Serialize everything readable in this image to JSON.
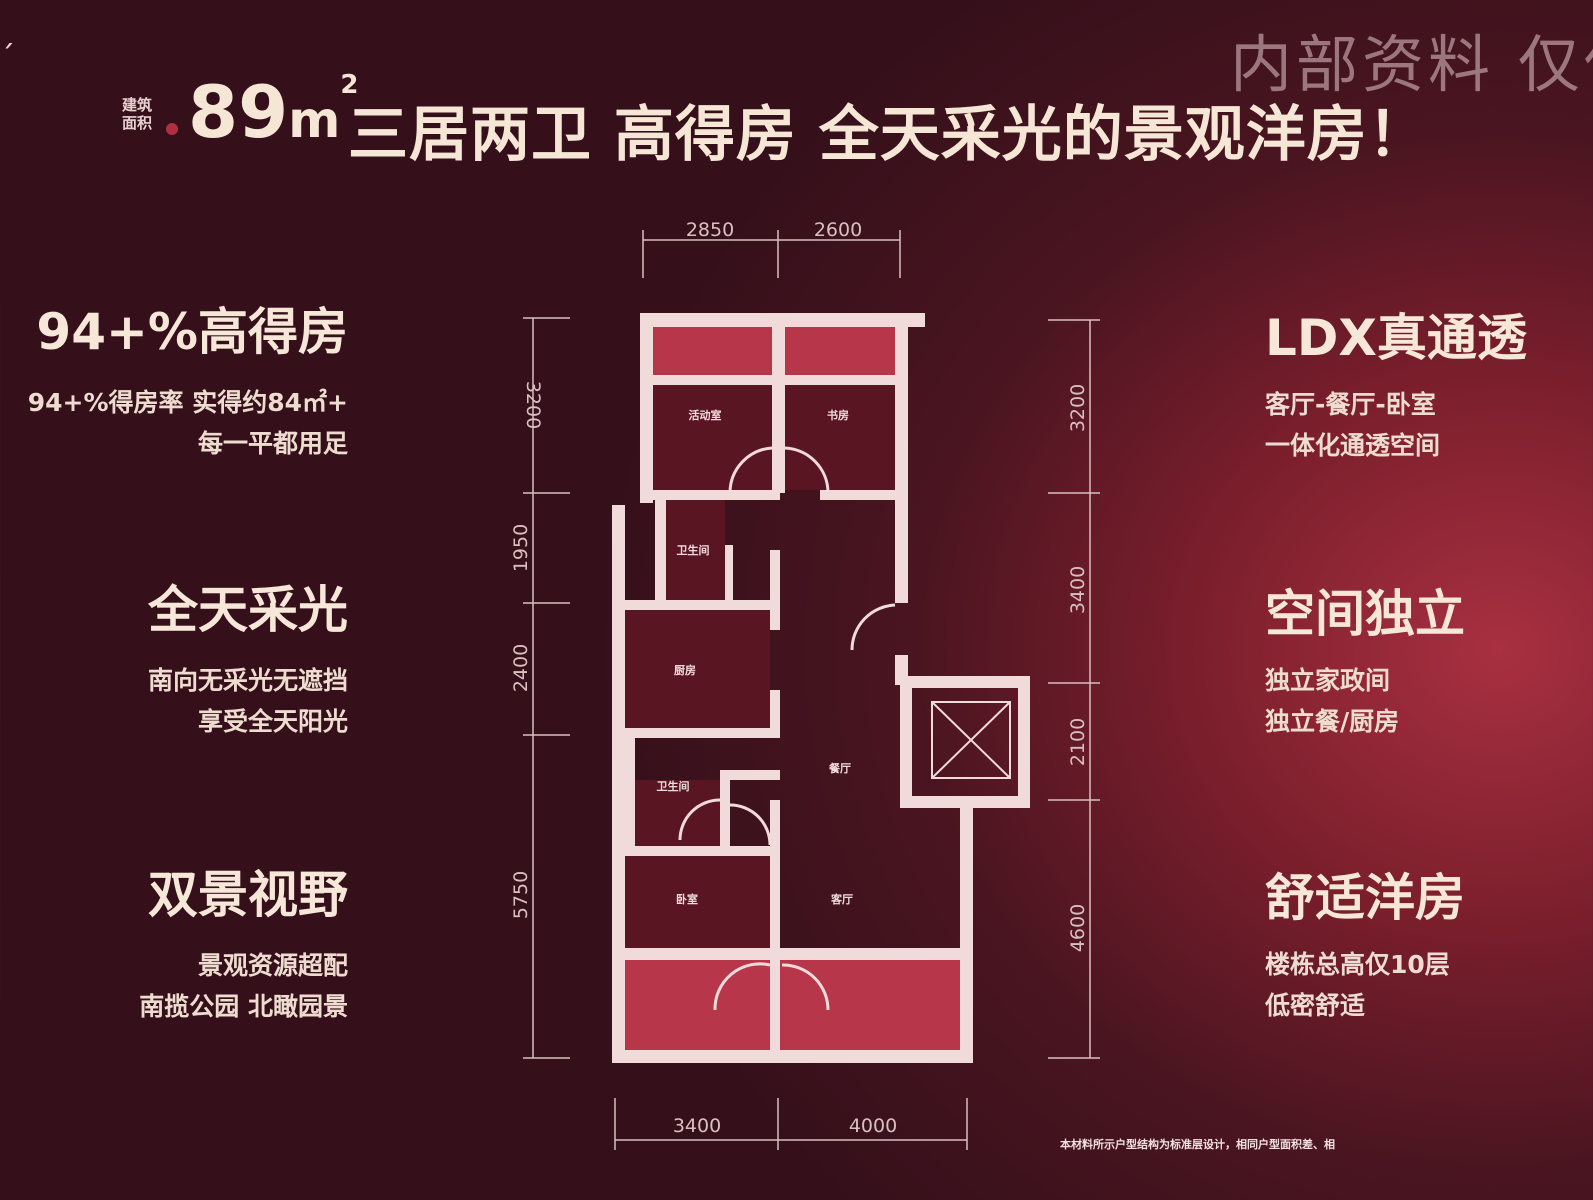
{
  "watermark": "内部资料 仅供",
  "header": {
    "area_label_line1": "建筑",
    "area_label_line2": "面积",
    "area_number": "89",
    "area_unit": "m",
    "area_sup": "2",
    "headline": "三居两卫  高得房  全天采光的景观洋房！"
  },
  "features_left": [
    {
      "title": "94+%高得房",
      "lines": [
        "94+%得房率 实得约84㎡+",
        "每一平都用足"
      ]
    },
    {
      "title": "全天采光",
      "lines": [
        "南向无采光无遮挡",
        "享受全天阳光"
      ]
    },
    {
      "title": "双景视野",
      "lines": [
        "景观资源超配",
        "南揽公园 北瞰园景"
      ]
    }
  ],
  "features_right": [
    {
      "title": "LDX真通透",
      "lines": [
        "客厅-餐厅-卧室",
        "一体化通透空间"
      ]
    },
    {
      "title": "空间独立",
      "lines": [
        "独立家政间",
        "独立餐/厨房"
      ]
    },
    {
      "title": "舒适洋房",
      "lines": [
        "楼栋总高仅10层",
        "低密舒适"
      ]
    }
  ],
  "floorplan": {
    "dims_top": [
      "2850",
      "2600"
    ],
    "dims_left": [
      "3200",
      "1950",
      "2400",
      "5750"
    ],
    "dims_right": [
      "3200",
      "3400",
      "2100",
      "4600"
    ],
    "dims_bottom": [
      "3400",
      "4000"
    ],
    "rooms": {
      "activity": "活动室",
      "study": "书房",
      "bath1": "卫生间",
      "kitchen": "厨房",
      "bath2": "卫生间",
      "dining": "餐厅",
      "bedroom": "卧室",
      "living": "客厅"
    }
  },
  "disclaimer": "本材料所示户型结构为标准层设计，相同户型面积差、相",
  "colors": {
    "wall": "#f0dada",
    "room": "#5a1522",
    "balcony": "#b8364a",
    "text": "#f5e6d6"
  }
}
